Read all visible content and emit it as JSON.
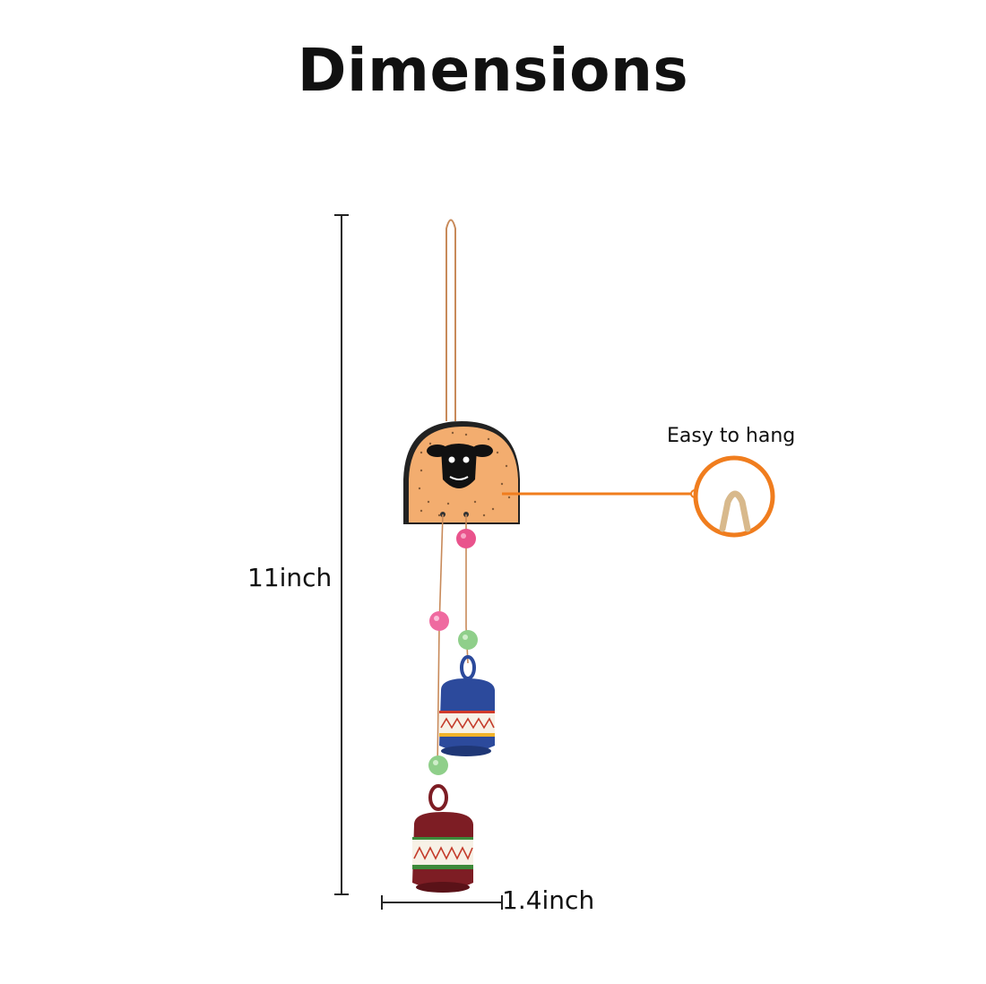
{
  "title": "Dimensions",
  "height_label": "11inch",
  "width_label": "1.4inch",
  "callout_label": "Easy to hang",
  "colors": {
    "accent_orange": "#f07d1e",
    "sheep_body": "#f3ad6f",
    "bell_blue": "#2c4a9c",
    "bell_maroon": "#7d1d24",
    "bead_pink": "#e9538c",
    "bead_green": "#8fcf8a",
    "cord": "#c88a5a"
  }
}
